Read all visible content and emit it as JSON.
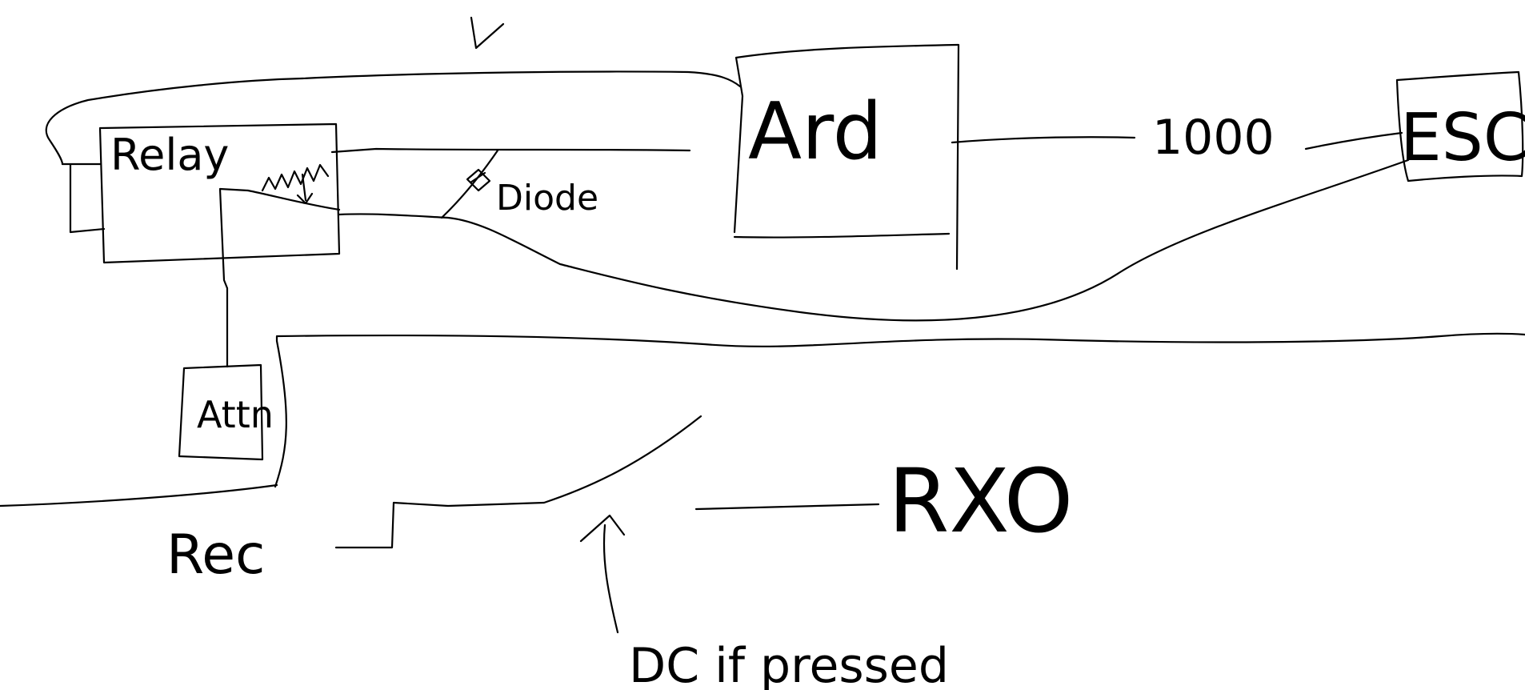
{
  "canvas": {
    "background": "#ffffff",
    "ink": "#000000"
  },
  "labels": {
    "relay": "Relay",
    "diode": "Diode",
    "ard": "Ard",
    "value_1000": "1000",
    "esc": "ESC",
    "attn": "Attn",
    "rec": "Rec",
    "rxo": "RXO",
    "dc_if_pressed": "DC if pressed"
  },
  "icons": {
    "top_arrow": "down-arrow-icon",
    "switch_arrow": "up-arrow-icon",
    "coil": "zigzag-coil-icon",
    "diode": "diode-symbol-icon"
  }
}
